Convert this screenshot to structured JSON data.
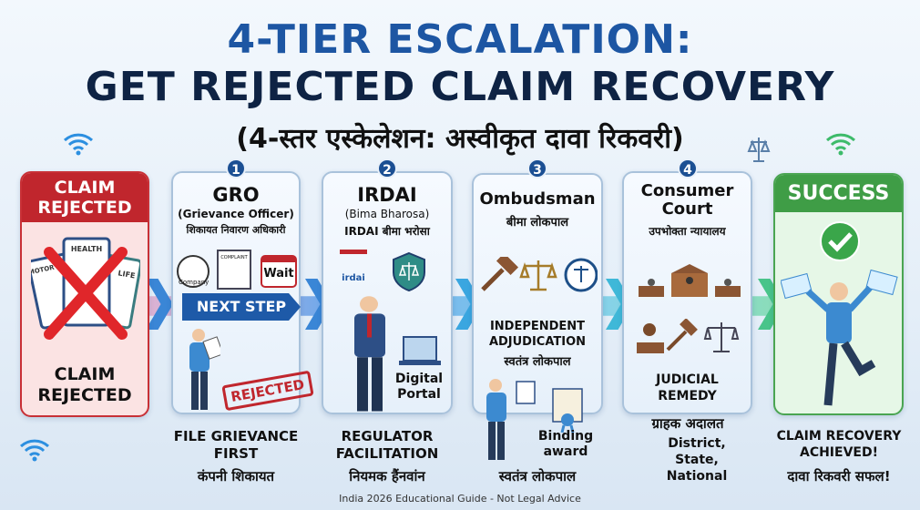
{
  "title": {
    "line1": "4-TIER ESCALATION:",
    "line2": "GET REJECTED CLAIM RECOVERY",
    "line3": "(4-स्तर एस्केलेशन: अस्वीकृत दावा रिकवरी)"
  },
  "start": {
    "header": "CLAIM REJECTED",
    "policy_labels": [
      "HEALTH",
      "MOTOR",
      "LIFE"
    ],
    "caption": "CLAIM REJECTED"
  },
  "arrow_label": "NEXT STEP",
  "tiers": [
    {
      "number": "1",
      "title": "GRO",
      "subtitle": "(Grievance Officer)",
      "hindi": "शिकायत निवारण अधिकारी",
      "icons": [
        "Company",
        "COMPLAINT",
        "Wait"
      ],
      "stamp": "REJECTED",
      "caption": "FILE GRIEVANCE FIRST",
      "caption_hindi": "कंपनी शिकायत"
    },
    {
      "number": "2",
      "title": "IRDAI",
      "subtitle": "(Bima Bharosa)",
      "hindi": "IRDAI बीमा भरोसा",
      "logo": "irdai",
      "portal": "Digital Portal",
      "caption": "REGULATOR FACILITATION",
      "caption_hindi": "नियमक हैंनवांन"
    },
    {
      "number": "3",
      "title": "Ombudsman",
      "hindi": "बीमा लोकपाल",
      "inner": "INDEPENDENT ADJUDICATION",
      "inner_hindi": "स्वतंत्र लोकपाल",
      "award": "Binding award",
      "caption_hindi": "स्वतंत्र लोकपाल"
    },
    {
      "number": "4",
      "title": "Consumer Court",
      "hindi": "उपभोक्ता न्यायालय",
      "inner": "JUDICIAL REMEDY",
      "caption_hindi": "ग्राहक अदालत",
      "levels": "District, State, National"
    }
  ],
  "end": {
    "header": "SUCCESS",
    "caption": "CLAIM RECOVERY ACHIEVED!",
    "caption_hindi": "दावा रिकवरी सफल!"
  },
  "footer": "India 2026 Educational Guide - Not Legal Advice",
  "colors": {
    "title_blue": "#1d56a3",
    "navy": "#0e2344",
    "reject_red": "#c0262d",
    "success_green": "#3f9d46",
    "step_blue": "#1b4f93"
  }
}
